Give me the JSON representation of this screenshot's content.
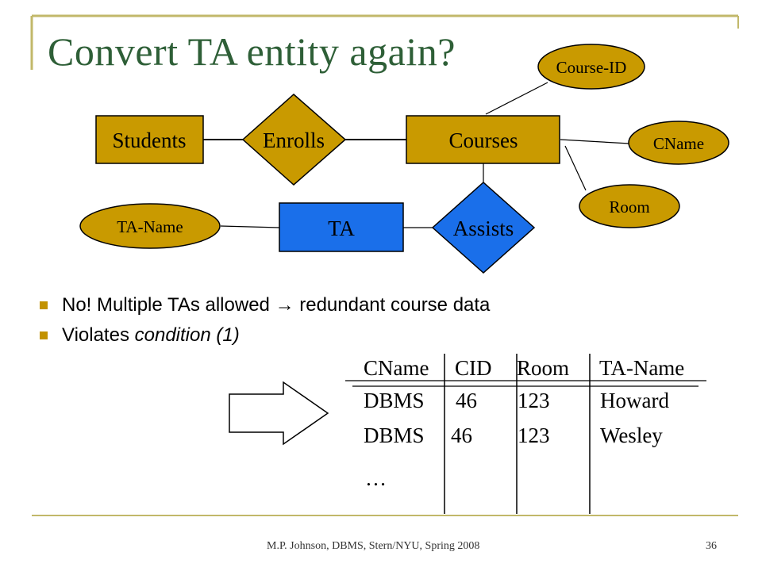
{
  "slide": {
    "title": "Convert TA entity again?",
    "bullets": [
      {
        "pre": "No! Multiple TAs allowed ",
        "arrow": "→",
        "post": " redundant course data"
      },
      {
        "pre": "Violates ",
        "em": "condition (1)",
        "post": ""
      }
    ],
    "footer": "M.P. Johnson, DBMS, Stern/NYU, Spring 2008",
    "page_number": "36"
  },
  "diagram": {
    "entities": {
      "students": "Students",
      "courses": "Courses",
      "ta": "TA"
    },
    "relationships": {
      "enrolls": "Enrolls",
      "assists": "Assists"
    },
    "attributes": {
      "course_id": "Course-ID",
      "cname": "CName",
      "room": "Room",
      "ta_name": "TA-Name"
    },
    "colors": {
      "gold": "#c99a00",
      "blue": "#1a6fea",
      "olive": "#c2b86a",
      "title": "#2e5f37"
    }
  },
  "table": {
    "headers": [
      "CName",
      "CID",
      "Room",
      "TA-Name"
    ],
    "rows": [
      [
        "DBMS",
        "46",
        "123",
        "Howard"
      ],
      [
        "DBMS",
        "46",
        "123",
        "Wesley"
      ]
    ],
    "ellipsis": "…"
  }
}
